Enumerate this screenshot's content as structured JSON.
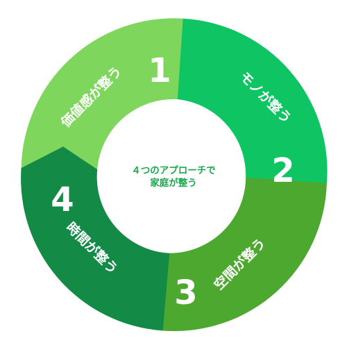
{
  "center": {
    "line1": "４つのアプローチで",
    "line2": "家庭が整う"
  },
  "segments": [
    {
      "number": "1",
      "label": "価値感が整う",
      "color": "#7fd65c"
    },
    {
      "number": "2",
      "label": "モノが整う",
      "color": "#0fc462"
    },
    {
      "number": "3",
      "label": "空間が整う",
      "color": "#4ca82e"
    },
    {
      "number": "4",
      "label": "時間が整う",
      "color": "#138a45"
    }
  ],
  "colors": {
    "center_fill": "#ffffff",
    "center_text": "#1aa84c"
  }
}
